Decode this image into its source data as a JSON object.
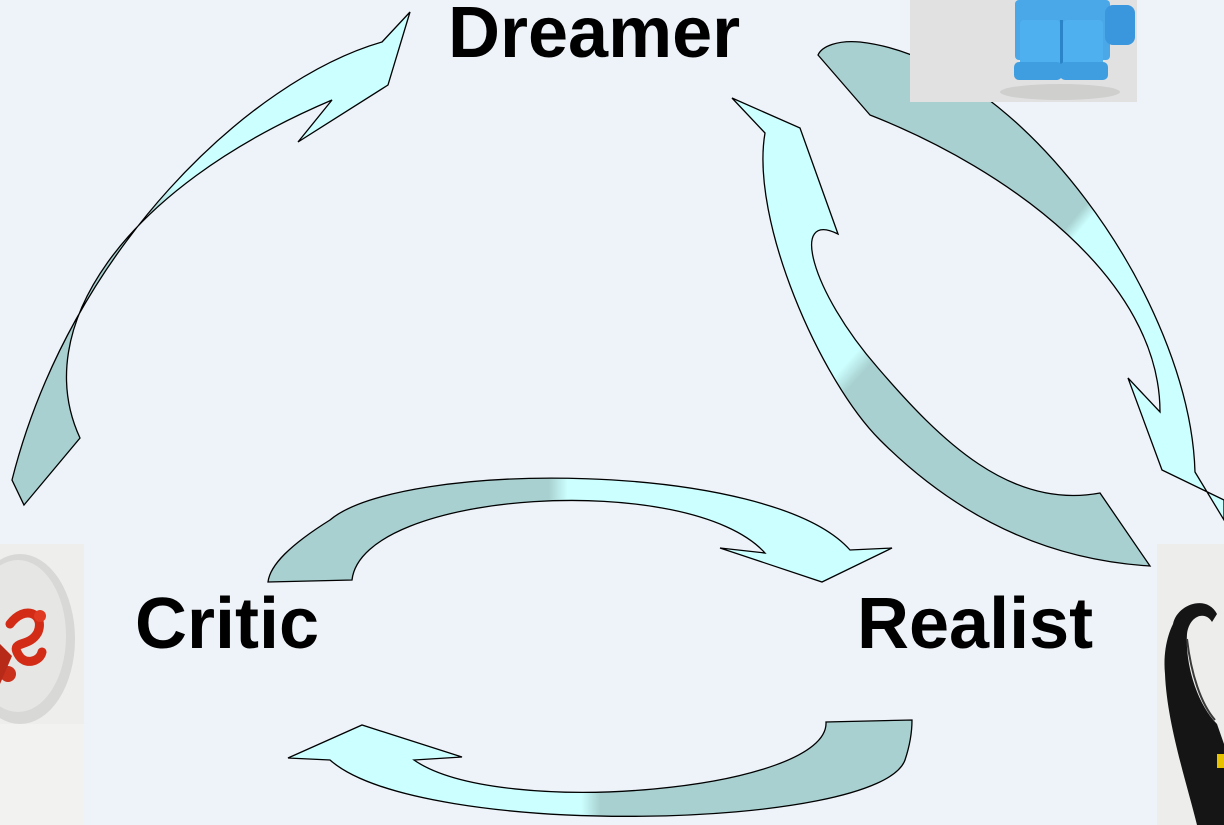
{
  "diagram": {
    "roles": {
      "dreamer": "Dreamer",
      "critic": "Critic",
      "realist": "Realist"
    },
    "colors": {
      "background": "#eef3fa",
      "arrow_light": "#ccffff",
      "arrow_dark": "#a8d0d0",
      "outline": "#000000",
      "text": "#000000"
    },
    "images": [
      {
        "name": "dreamer-figure-photo",
        "subject": "light blue toy figure legs"
      },
      {
        "name": "critic-figure-photo",
        "subject": "red curly toy piece"
      },
      {
        "name": "realist-figure-photo",
        "subject": "black toy figure"
      }
    ],
    "arrows": [
      {
        "from": "Critic",
        "to": "Dreamer"
      },
      {
        "from": "Dreamer",
        "to": "Realist"
      },
      {
        "from": "Realist",
        "to": "Dreamer"
      },
      {
        "from": "Critic",
        "to": "Realist"
      },
      {
        "from": "Realist",
        "to": "Critic"
      }
    ]
  }
}
